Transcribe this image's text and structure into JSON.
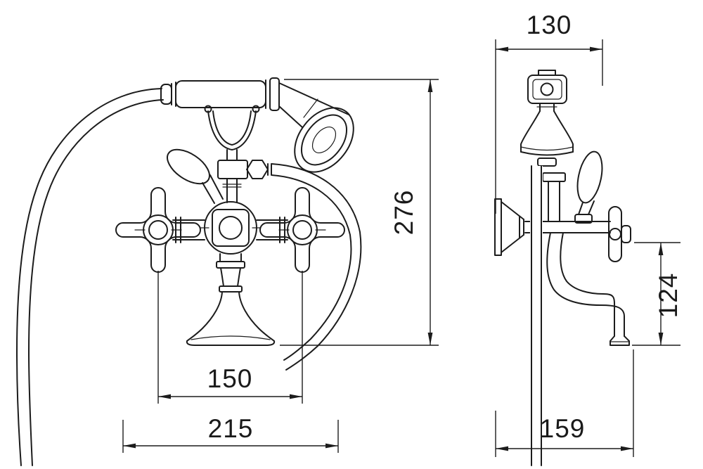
{
  "drawing": {
    "background": "#ffffff",
    "line_color": "#1c1c1c",
    "front_view": {
      "dim_height": "276",
      "dim_handle_spacing": "150",
      "dim_overall_width": "215"
    },
    "side_view": {
      "dim_top_width": "130",
      "dim_spout_drop": "124",
      "dim_bottom_width": "159"
    }
  }
}
